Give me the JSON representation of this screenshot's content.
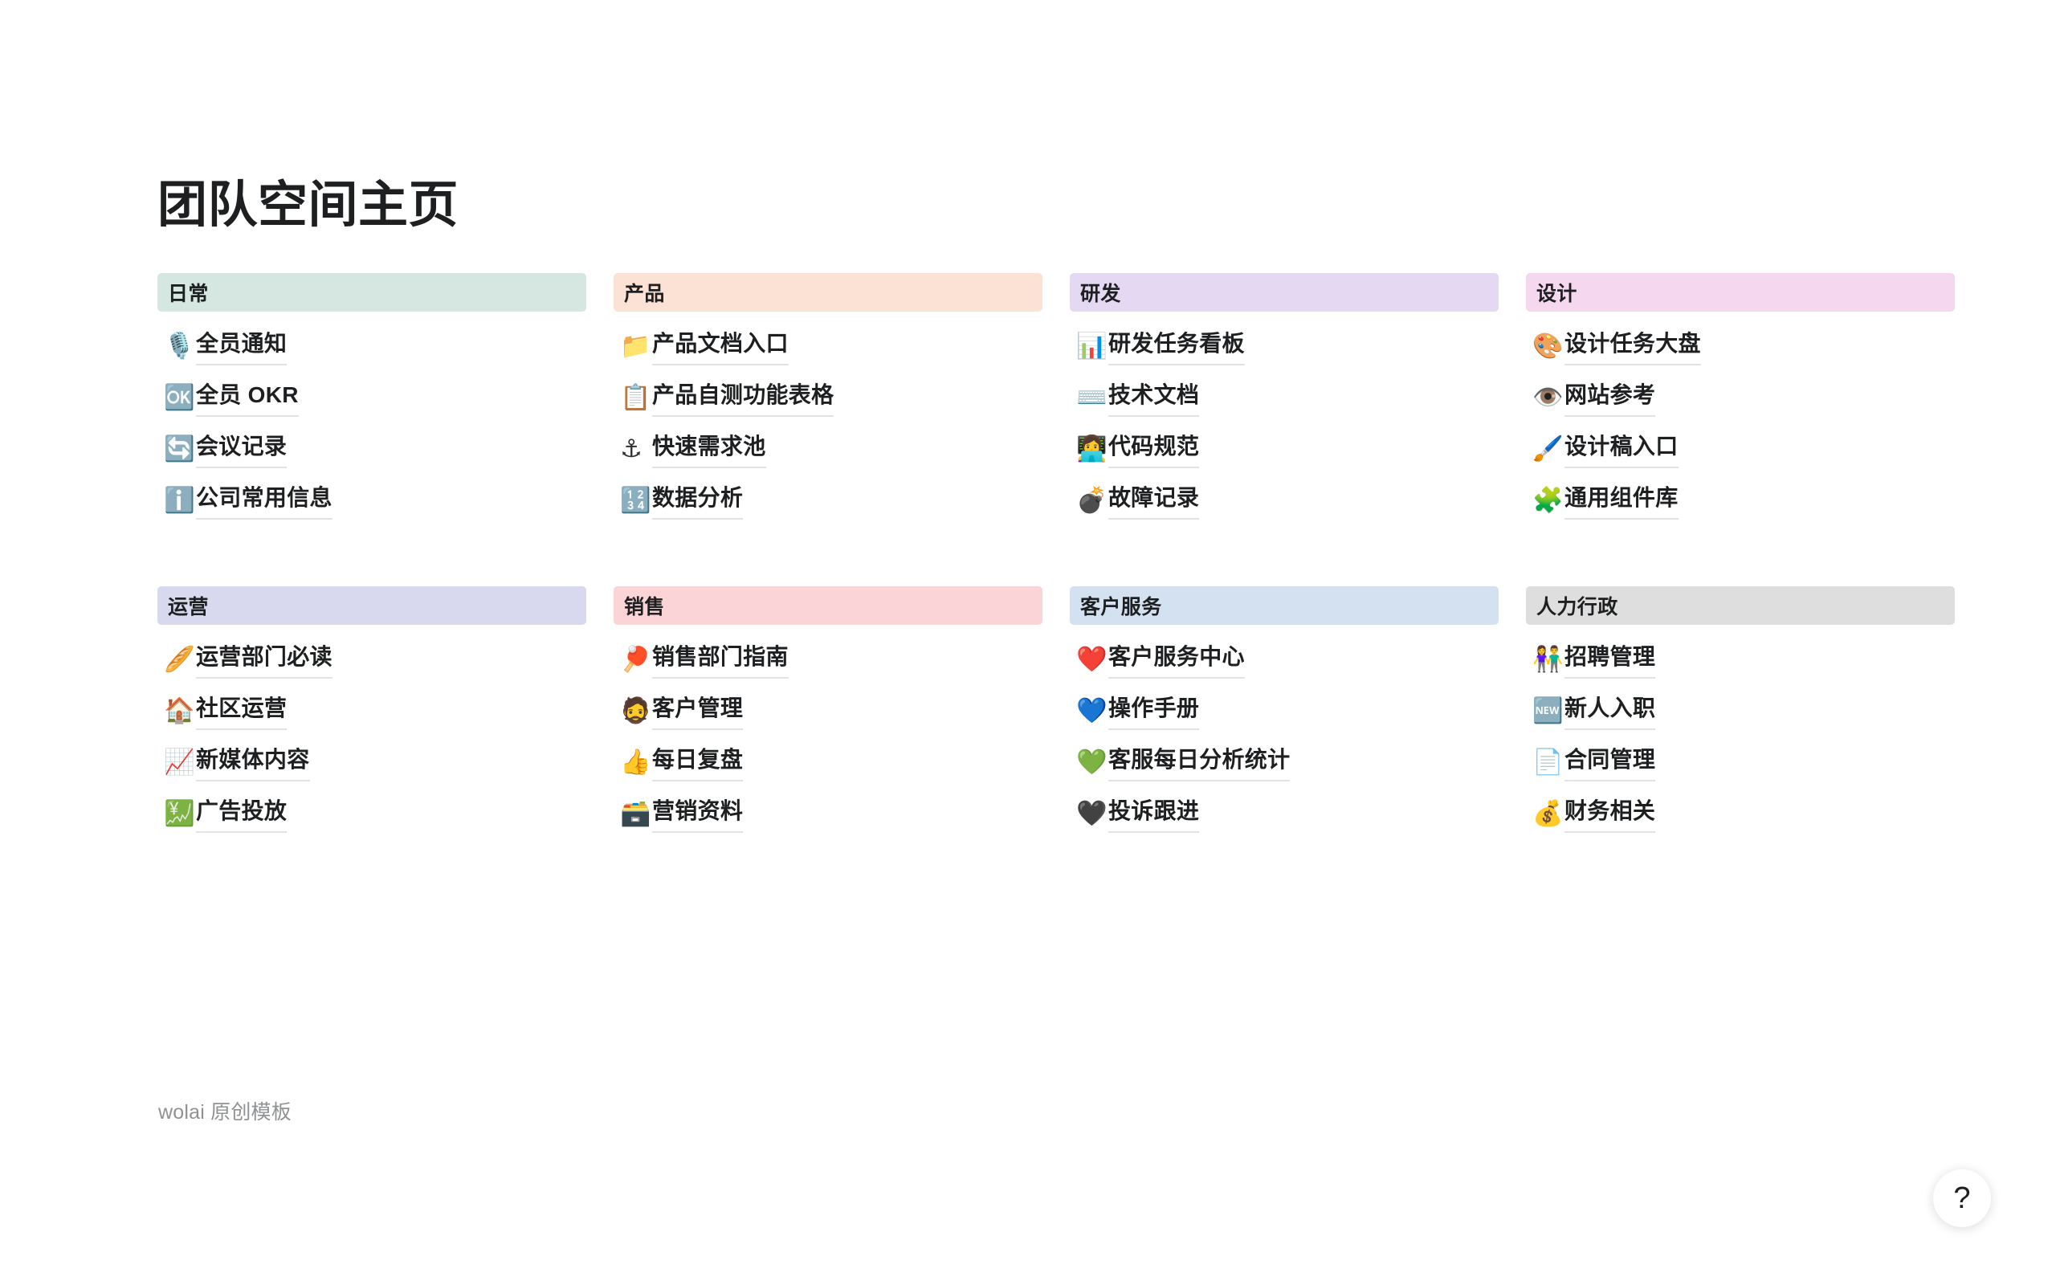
{
  "page": {
    "title": "团队空间主页",
    "footer_note": "wolai 原创模板"
  },
  "help": {
    "label": "?"
  },
  "colors": {
    "header_daily": "#d6e6e0",
    "header_product": "#fbe2d5",
    "header_rd": "#e4d8f2",
    "header_design": "#f6d7f0",
    "header_operations": "#d8d8ef",
    "header_sales": "#fbd4d8",
    "header_service": "#d3e1f1",
    "header_hr": "#dedede",
    "page_background": "#ffffff",
    "text_primary": "#1d1f20",
    "text_muted": "#8f9193",
    "item_underline": "#e3e3e3"
  },
  "sections": [
    {
      "title": "日常",
      "header_color": "#d6e6e0",
      "items": [
        {
          "icon": "🎙️",
          "icon_name": "microphone-icon",
          "label": "全员通知"
        },
        {
          "icon": "🆗",
          "icon_name": "ok-button-icon",
          "label": "全员 OKR"
        },
        {
          "icon": "🔄",
          "icon_name": "arrows-counterclockwise-icon",
          "label": "会议记录"
        },
        {
          "icon": "ℹ️",
          "icon_name": "information-icon",
          "label": "公司常用信息"
        }
      ]
    },
    {
      "title": "产品",
      "header_color": "#fbe2d5",
      "items": [
        {
          "icon": "📁",
          "icon_name": "file-folder-icon",
          "label": "产品文档入口"
        },
        {
          "icon": "📋",
          "icon_name": "clipboard-icon",
          "label": "产品自测功能表格"
        },
        {
          "icon": "⚓",
          "icon_name": "anchor-icon",
          "label": "快速需求池"
        },
        {
          "icon": "🔢",
          "icon_name": "input-numbers-icon",
          "label": "数据分析"
        }
      ]
    },
    {
      "title": "研发",
      "header_color": "#e4d8f2",
      "items": [
        {
          "icon": "📊",
          "icon_name": "bar-chart-icon",
          "label": "研发任务看板"
        },
        {
          "icon": "⌨️",
          "icon_name": "keyboard-icon",
          "label": "技术文档"
        },
        {
          "icon": "👩‍💻",
          "icon_name": "woman-technologist-icon",
          "label": "代码规范"
        },
        {
          "icon": "💣",
          "icon_name": "bomb-icon",
          "label": "故障记录"
        }
      ]
    },
    {
      "title": "设计",
      "header_color": "#f6d7f0",
      "items": [
        {
          "icon": "🎨",
          "icon_name": "artist-palette-icon",
          "label": "设计任务大盘"
        },
        {
          "icon": "👁️",
          "icon_name": "eye-icon",
          "label": "网站参考"
        },
        {
          "icon": "🖌️",
          "icon_name": "paintbrush-icon",
          "label": "设计稿入口"
        },
        {
          "icon": "🧩",
          "icon_name": "puzzle-piece-icon",
          "label": "通用组件库"
        }
      ]
    },
    {
      "title": "运营",
      "header_color": "#d8d8ef",
      "items": [
        {
          "icon": "🥖",
          "icon_name": "baguette-bread-icon",
          "label": "运营部门必读"
        },
        {
          "icon": "🏠",
          "icon_name": "house-icon",
          "label": "社区运营"
        },
        {
          "icon": "📈",
          "icon_name": "chart-increasing-icon",
          "label": "新媒体内容"
        },
        {
          "icon": "💹",
          "icon_name": "chart-increasing-yen-icon",
          "label": "广告投放"
        }
      ]
    },
    {
      "title": "销售",
      "header_color": "#fbd4d8",
      "items": [
        {
          "icon": "🏓",
          "icon_name": "ping-pong-icon",
          "label": "销售部门指南"
        },
        {
          "icon": "🧔",
          "icon_name": "bearded-person-icon",
          "label": "客户管理"
        },
        {
          "icon": "👍",
          "icon_name": "thumbs-up-icon",
          "label": "每日复盘"
        },
        {
          "icon": "🗃️",
          "icon_name": "card-file-box-icon",
          "label": "营销资料"
        }
      ]
    },
    {
      "title": "客户服务",
      "header_color": "#d3e1f1",
      "items": [
        {
          "icon": "❤️",
          "icon_name": "red-heart-icon",
          "label": "客户服务中心"
        },
        {
          "icon": "💙",
          "icon_name": "blue-heart-icon",
          "label": "操作手册"
        },
        {
          "icon": "💚",
          "icon_name": "green-heart-icon",
          "label": "客服每日分析统计"
        },
        {
          "icon": "🖤",
          "icon_name": "black-heart-icon",
          "label": "投诉跟进"
        }
      ]
    },
    {
      "title": "人力行政",
      "header_color": "#dedede",
      "items": [
        {
          "icon": "👫",
          "icon_name": "man-and-woman-holding-hands-icon",
          "label": "招聘管理"
        },
        {
          "icon": "🆕",
          "icon_name": "new-button-icon",
          "label": "新人入职"
        },
        {
          "icon": "📄",
          "icon_name": "page-facing-up-icon",
          "label": "合同管理"
        },
        {
          "icon": "💰",
          "icon_name": "money-bag-icon",
          "label": "财务相关"
        }
      ]
    }
  ]
}
